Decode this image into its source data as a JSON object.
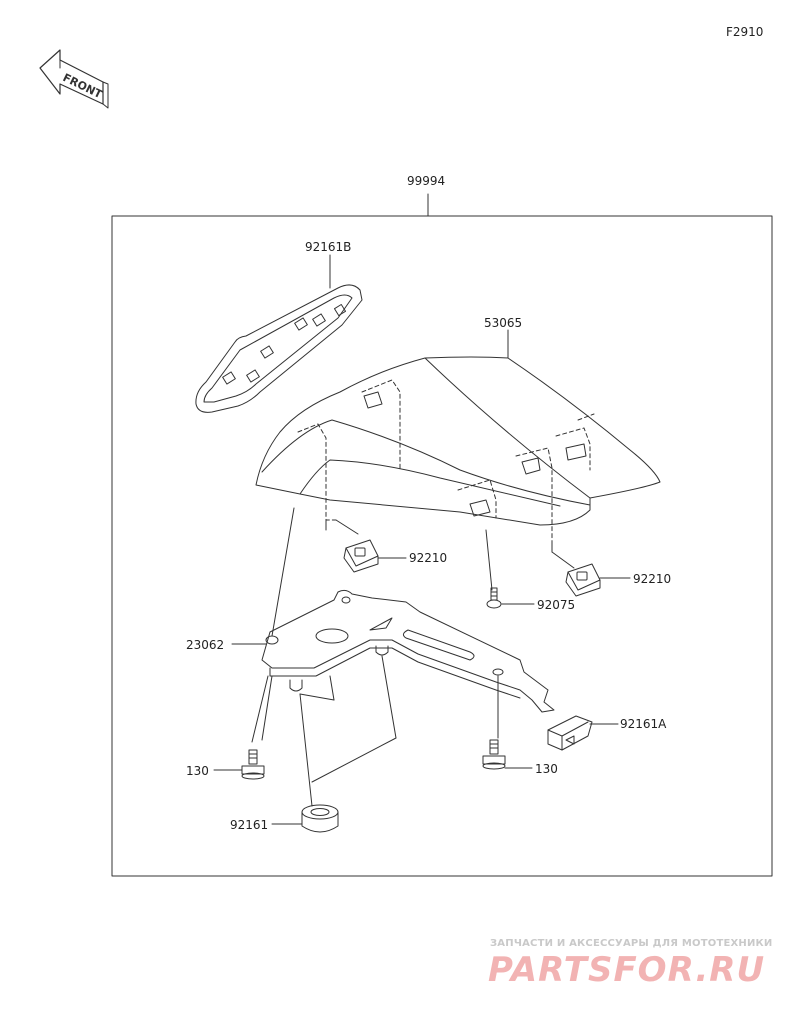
{
  "diagram_code": "F2910",
  "front_label": "FRONT",
  "parts": {
    "kit": "99994",
    "top_cover": "92161B",
    "seat_cover": "53065",
    "nut_left": "92210",
    "nut_right": "92210",
    "bracket": "23062",
    "screw": "92075",
    "bolt_left": "130",
    "bolt_right": "130",
    "pad": "92161A",
    "spacer": "92161"
  },
  "watermark": {
    "tagline": "ЗАПЧАСТИ И АКСЕССУАРЫ ДЛЯ МОТОТЕХНИКИ",
    "brand": "PARTSFOR.RU"
  },
  "colors": {
    "line": "#333333",
    "watermark_brand": "#f2b3b3",
    "watermark_tagline": "#c9c9c9"
  }
}
